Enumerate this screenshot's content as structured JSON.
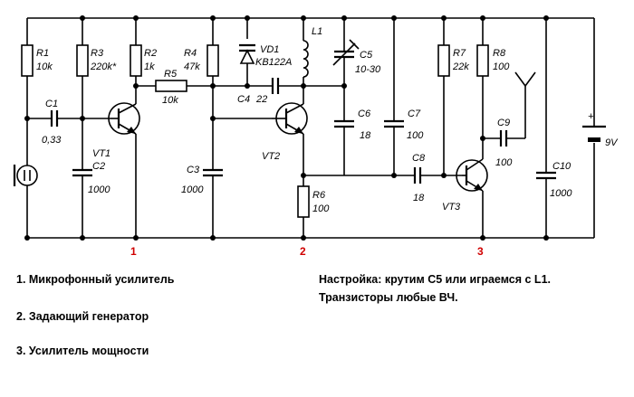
{
  "components": {
    "R1": {
      "ref": "R1",
      "value": "10k"
    },
    "R3": {
      "ref": "R3",
      "value": "220k*"
    },
    "R2": {
      "ref": "R2",
      "value": "1k"
    },
    "R4": {
      "ref": "R4",
      "value": "47k"
    },
    "R5": {
      "ref": "R5",
      "value": "10k"
    },
    "R6": {
      "ref": "R6",
      "value": "100"
    },
    "R7": {
      "ref": "R7",
      "value": "22k"
    },
    "R8": {
      "ref": "R8",
      "value": "100"
    },
    "C1": {
      "ref": "C1",
      "value": "0,33"
    },
    "C2": {
      "ref": "C2",
      "value": "1000"
    },
    "C3": {
      "ref": "C3",
      "value": "1000"
    },
    "C4": {
      "ref": "C4",
      "value": "22"
    },
    "C5": {
      "ref": "C5",
      "value": "10-30"
    },
    "C6": {
      "ref": "C6",
      "value": "18"
    },
    "C7": {
      "ref": "C7",
      "value": "100"
    },
    "C8": {
      "ref": "C8",
      "value": "18"
    },
    "C9": {
      "ref": "C9",
      "value": "100"
    },
    "C10": {
      "ref": "C10",
      "value": "1000"
    },
    "VD1": {
      "ref": "VD1",
      "value": "KB122A"
    },
    "L1": {
      "ref": "L1"
    },
    "VT1": {
      "ref": "VT1"
    },
    "VT2": {
      "ref": "VT2"
    },
    "VT3": {
      "ref": "VT3"
    },
    "battery": {
      "voltage": "9V",
      "plus": "+",
      "minus": "-"
    }
  },
  "stage_markers": [
    "1",
    "2",
    "3"
  ],
  "legend": [
    "1. Микрофонный усилитель",
    "2. Задающий генератор",
    "3. Усилитель мощности"
  ],
  "notes": [
    "Настройка: крутим C5 или играемся с L1.",
    "Транзисторы любые ВЧ."
  ],
  "colors": {
    "wire": "#000000",
    "marker": "#d00000"
  }
}
